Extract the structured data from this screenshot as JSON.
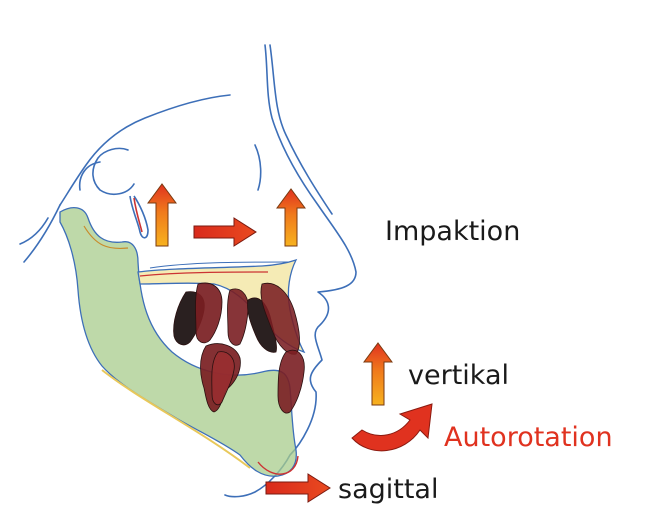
{
  "labels": {
    "impaktion": "Impaktion",
    "vertikal": "vertikal",
    "autorotation": "Autorotation",
    "sagittal": "sagittal"
  },
  "colors": {
    "outline": "#3d6fb8",
    "mandible_fill": "#a8cc8c",
    "maxilla_fill": "#f3e7a8",
    "tooth_dark": "#7a1e22",
    "tooth_black": "#2a2020",
    "arrow_red": "#e0321f",
    "arrow_orange": "#f39a1e",
    "autorotation_text": "#e0321f",
    "text": "#1a1a1a"
  }
}
